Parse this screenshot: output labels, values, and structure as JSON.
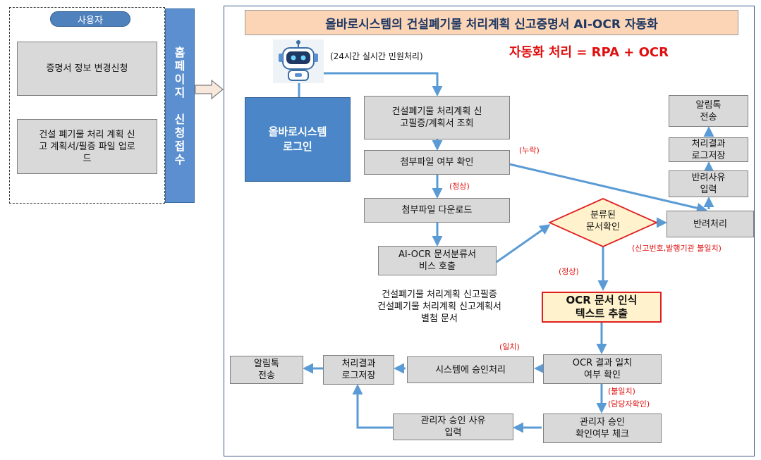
{
  "title": "올바로시스템의 건설폐기물 처리계획 신고증명서 AI-OCR 자동화",
  "formula": "자동화 처리 = RPA + OCR",
  "user_panel": {
    "pill": "사용자",
    "items": [
      "증명서 정보 변경신청",
      "건설 폐기물 처리 계획 신\n고 계획서/필증 파일 업로\n드"
    ]
  },
  "homepage_bar": "홈\n페\n이\n지\n \n신\n청\n접\n수",
  "robot_caption": "(24시간 실시간 민원처리)",
  "login_box": "올바로시스템\n로그인",
  "steps": {
    "lookup": "건설폐기물 처리계획 신\n고필증/계획서 조회",
    "attach_check": "첨부파일 여부 확인",
    "download": "첨부파일 다운로드",
    "ai_ocr": "AI-OCR 문서분류서\n비스 호출",
    "diamond": "분류된\n문서확인",
    "reject": "반려처리",
    "reject_reason": "반려사유\n입력",
    "log_right": "처리결과\n로그저장",
    "alimtalk_right": "알림톡\n전송",
    "ocr_recognition": "OCR 문서 인식\n텍스트 추출",
    "ocr_match": "OCR 결과 일치\n여부 확인",
    "system_approve": "시스템에 승인처리",
    "log_bottom": "처리결과\n로그저장",
    "alimtalk_bottom": "알림톡\n전송",
    "admin_check": "관리자 승인\n확인여부 체크",
    "admin_reason": "관리자 승인 사유\n입력"
  },
  "docs_note": "건설폐기물 처리계획 신고필증\n건설폐기물 처리계획 신고계획서\n별첨 문서",
  "labels": {
    "missing": "(누락)",
    "normal_1": "(정상)",
    "normal_2": "(정상)",
    "mismatch_reason": "(신고번호,발행기관 불일치)",
    "match": "(일치)",
    "mismatch": "(불일치)",
    "staff_check": "(담당자확인)"
  },
  "colors": {
    "title_bg": "#fbd5b5",
    "title_text": "#1f3864",
    "accent_blue": "#4a86c8",
    "arrow_blue": "#5b9bd5",
    "box_gray": "#d9d9d9",
    "diamond_fill": "#fff2cc",
    "red": "#e01010"
  },
  "icons": [
    "robot-icon",
    "hollow-arrow-icon"
  ]
}
